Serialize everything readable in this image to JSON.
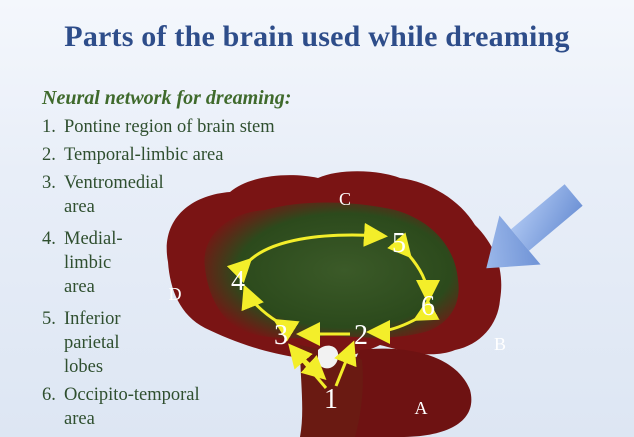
{
  "title": "Parts of the brain used while dreaming",
  "list": {
    "heading": "Neural network for dreaming:",
    "items": [
      {
        "num": "1.",
        "text": "Pontine region of brain stem"
      },
      {
        "num": "2.",
        "text": "Temporal-limbic area"
      },
      {
        "num": "3.",
        "text": "Ventromedial\narea"
      },
      {
        "num": "4.",
        "text": "Medial-\nlimbic\narea"
      },
      {
        "num": "5.",
        "text": "Inferior\nparietal\nlobes"
      },
      {
        "num": "6.",
        "text": "Occipito-temporal\narea"
      }
    ]
  },
  "diagram": {
    "region_labels": {
      "a": "A",
      "b": "B",
      "c": "C",
      "d": "D"
    },
    "nodes": {
      "n1": "1",
      "n2": "2",
      "n3": "3",
      "n4": "4",
      "n5": "5",
      "n6": "6"
    },
    "colors": {
      "brain_outer": "#7a1414",
      "brain_inner": "#2f4a1f",
      "arrow": "#f3ee2a",
      "pointer": "#8fb0e8",
      "title": "#2e4d8a"
    }
  }
}
